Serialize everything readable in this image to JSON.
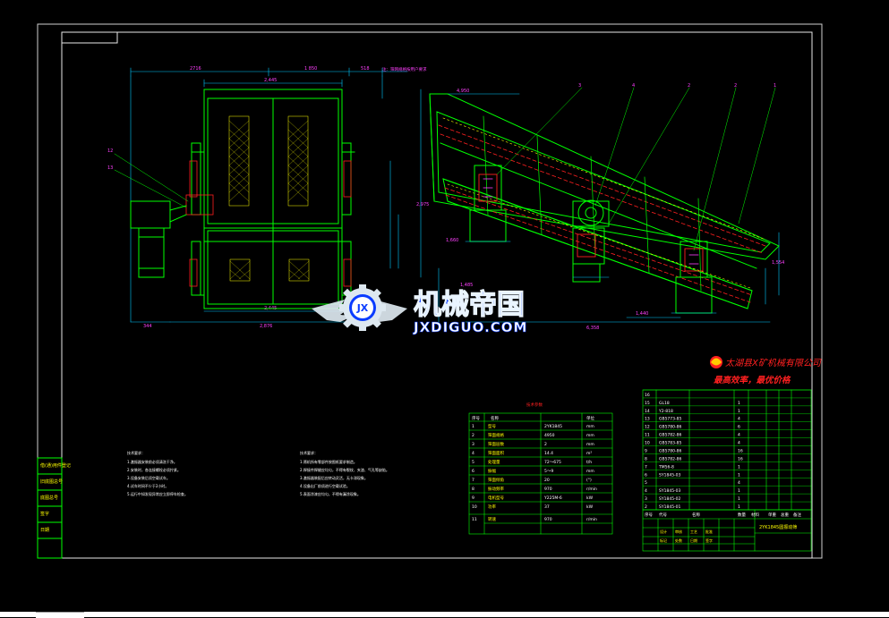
{
  "watermark": {
    "brand_cn": "机械帝国",
    "brand_url": "JXDIGUO.COM",
    "logo_letters": "JX"
  },
  "company": {
    "name": "太湖县X矿机械有限公司",
    "slogan": "最高效率，最优价格"
  },
  "dims": {
    "side_top_left": "2716",
    "side_top_mid": "1 850",
    "side_top_right": "518",
    "side_inner_top": "2,445",
    "side_bottom_inner": "2,445",
    "side_bottom_total": "2,876",
    "side_bottom_left": "344",
    "right_top": "4,950",
    "right_bottom_total": "6,358",
    "right_bottom_mid": "1,440",
    "right_v1": "2,975",
    "right_v2": "1,660",
    "right_v3": "1,485",
    "right_v4": "1,554",
    "label_top_right_note": "注：筛网规格按用户要求"
  },
  "balloons": [
    "3",
    "4",
    "2",
    "2",
    "1"
  ],
  "side_balloons": [
    "12",
    "13"
  ],
  "params_table": {
    "title": "技术参数",
    "headers": [
      "序号",
      "名称",
      "单位"
    ],
    "rows": [
      [
        "1",
        "型号",
        "2YK1845",
        "mm"
      ],
      [
        "2",
        "筛面规格",
        "4950",
        "mm"
      ],
      [
        "3",
        "筛面层数",
        "2",
        "mm"
      ],
      [
        "4",
        "筛面面积",
        "14.4",
        "m²"
      ],
      [
        "5",
        "处理量",
        "72～675",
        "t/h"
      ],
      [
        "6",
        "振幅",
        "5～9",
        "mm"
      ],
      [
        "7",
        "筛面倾角",
        "20",
        "(°)"
      ],
      [
        "8",
        "振动频率",
        "970",
        "r/min"
      ],
      [
        "9",
        "电机型号",
        "Y225M-6",
        "kW"
      ],
      [
        "10",
        "功率",
        "37",
        "kW"
      ],
      [
        "11",
        "转速",
        "970",
        "r/min"
      ]
    ]
  },
  "tech_req": {
    "title_left": "技术要求：",
    "title_right": "技术要求：",
    "left_lines": [
      "1.激振器安装前必须清洗干净。",
      "2.安装时，各连接螺栓必须拧紧。",
      "3.设备安装后须空载试车。",
      "4.试车时间不少于2小时。",
      "5.运行中如发现异常应立即停车检查。"
    ],
    "right_lines": [
      "1.筛机所有零部件按图纸要求制造。",
      "2.焊接件焊缝应均匀，不得有裂纹、夹渣、气孔等缺陷。",
      "3.激振器装配后应转动灵活，无卡滞现象。",
      "4.设备出厂前须进行空载试验。",
      "5.表面涂漆应均匀，不得有漏涂现象。"
    ]
  },
  "bom": {
    "rows": [
      [
        "16",
        "",
        "",
        "",
        "",
        "",
        ""
      ],
      [
        "15",
        "GL18",
        "",
        "1",
        "",
        "",
        ""
      ],
      [
        "14",
        "Y2-818",
        "",
        "1",
        "",
        "",
        ""
      ],
      [
        "13",
        "GB5773-85",
        "",
        "4",
        "",
        "",
        ""
      ],
      [
        "12",
        "GB5780-86",
        "",
        "6",
        "",
        "",
        ""
      ],
      [
        "11",
        "GB5782-86",
        "",
        "4",
        "",
        "",
        ""
      ],
      [
        "10",
        "GB5783-85",
        "",
        "4",
        "",
        "",
        ""
      ],
      [
        "9",
        "GB5780-86",
        "",
        "16",
        "",
        "",
        ""
      ],
      [
        "8",
        "GB5782-86",
        "",
        "16",
        "",
        "",
        ""
      ],
      [
        "7",
        "TM56-8",
        "",
        "1",
        "",
        "",
        ""
      ],
      [
        "6",
        "SY1845-03",
        "",
        "1",
        "",
        "",
        ""
      ],
      [
        "5",
        "",
        "",
        "4",
        "",
        "",
        ""
      ],
      [
        "4",
        "SY1845-03",
        "",
        "1",
        "",
        "",
        ""
      ],
      [
        "3",
        "SY1845-02",
        "",
        "1",
        "",
        "",
        ""
      ],
      [
        "2",
        "SY1845-01",
        "",
        "1",
        "",
        "",
        ""
      ]
    ],
    "footer_headers": [
      "序号",
      "代号",
      "名称",
      "数量",
      "材料",
      "单重",
      "总重",
      "备注"
    ],
    "title_block_name": "2YK1845圆振动筛",
    "title_block_cells": [
      "设计",
      "审核",
      "工艺",
      "批准",
      "标记",
      "处数",
      "日期",
      "签字"
    ]
  },
  "left_sidebar": [
    "借(通)用件登记",
    "旧底图总号",
    "底图总号",
    "签字",
    "日期"
  ],
  "colors": {
    "frame": "#ffffff",
    "green": "#00ff00",
    "cyan": "#00c8ff",
    "red": "#ff2020",
    "yellow": "#ffff00",
    "magenta": "#ff40ff",
    "blue_title": "#3050ff",
    "watermark_blue": "#0a3cff",
    "watermark_cyan": "#00b0e8"
  }
}
